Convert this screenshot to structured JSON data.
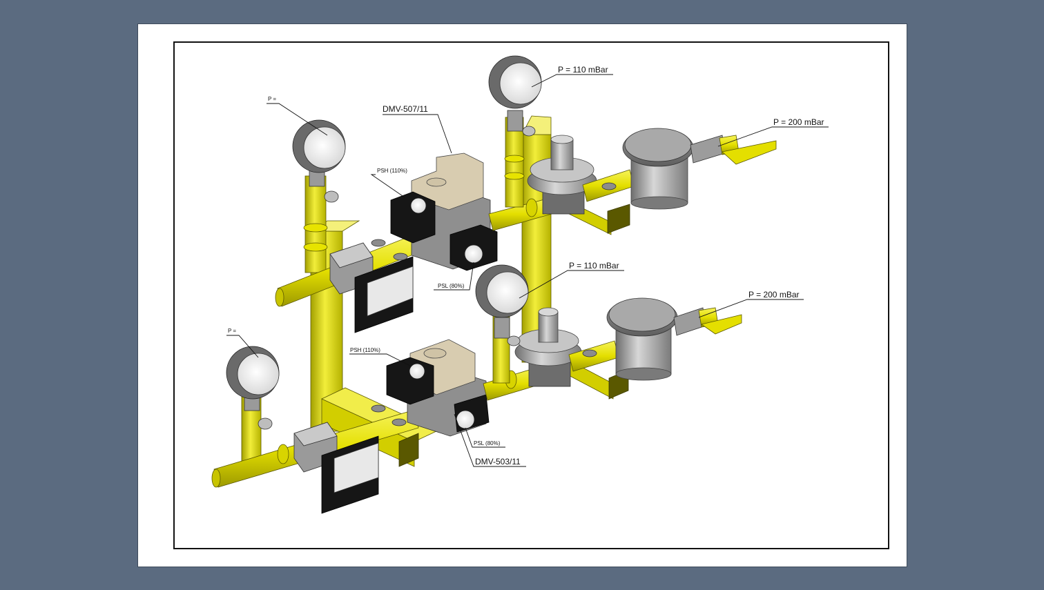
{
  "colors": {
    "background": "#5b6b80",
    "sheet": "#ffffff",
    "pipe": "#e8e400",
    "pipe_dark": "#9c9a00",
    "steel": "#a8a8a8",
    "valve_beige": "#d8ccb0",
    "solenoid_black": "#151515"
  },
  "labels": {
    "gauge_top_left": "P =",
    "gauge_bottom_left": "P =",
    "gauge_top_mid": "P = 110 mBar",
    "gauge_bottom_mid": "P = 110 mBar",
    "inlet_top": "P = 200 mBar",
    "inlet_bottom": "P = 200 mBar",
    "valve_top": "DMV-507/11",
    "valve_bottom": "DMV-503/11",
    "psh_top": "PSH (110%)",
    "psh_bottom": "PSH (110%)",
    "psl_top": "PSL (80%)",
    "psl_bottom": "PSL (80%)"
  }
}
